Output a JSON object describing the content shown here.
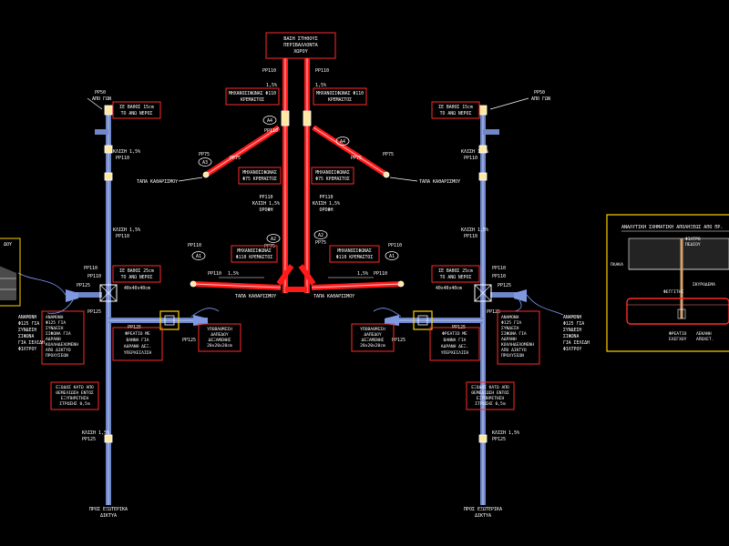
{
  "diagram": {
    "top_label": [
      "ΒΑΣΗ ΣΤΗΘΟΥΣ",
      "ΠΕΡΙΒΑΛΛΟΝΤΑ",
      "ΧΩΡΟΥ"
    ],
    "center": {
      "pp110_left": "PP110",
      "pp110_right": "PP110",
      "slope_left": "1,5%",
      "slope_right": "1,5%",
      "mech_left": [
        "ΜΗΧΑΝΟΣΙΦΩΝΑΣ Φ110",
        "ΚΡΕΜΑΣΤΟΣ"
      ],
      "mech_right": [
        "ΜΗΧΑΝΟΣΙΦΩΝΑΣ Φ110",
        "ΚΡΕΜΑΣΤΟΣ"
      ],
      "pp110_mid": "PP110",
      "a4_left": "A4",
      "a4_right": "A4",
      "a3": "A3",
      "pp75_left": "PP75",
      "pp75_right": "PP75",
      "pp75_left2": "PP75",
      "pp75_right2": "PP75",
      "mech75_left": [
        "ΜΗΧΑΝΟΣΙΦΩΝΑΣ",
        "Φ75 ΚΡΕΜΑΣΤΟΣ"
      ],
      "mech75_right": [
        "ΜΗΧΑΝΟΣΙΦΩΝΑΣ",
        "Φ75 ΚΡΕΜΑΣΤΟΣ"
      ],
      "tapa_upper_left": "ΤΑΠΑ ΚΑΘΑΡΙΣΜΟΥ",
      "tapa_upper_right": "ΤΑΠΑ ΚΑΘΑΡΙΣΜΟΥ",
      "pp110_lower_left": [
        "PP110",
        "ΚΛΙΣΗ 1,5%",
        "ΟΡΟΦΗ"
      ],
      "pp110_lower_right": [
        "PP110",
        "ΚΛΙΣΗ 1,5%",
        "ΟΡΟΦΗ"
      ],
      "pp110_a1_left": "PP110",
      "pp110_a1_right": "PP110",
      "a1": "A1",
      "a2_left": "A2",
      "a2_right": "A2",
      "pp75_a2_left": "PP75",
      "pp75_a2_right": "PP75",
      "mech_low_left": [
        "ΜΗΧΑΝΟΣΙΦΩΝΑΣ",
        "Φ110 ΚΡΕΜΑΣΤΟΣ"
      ],
      "mech_low_right": [
        "ΜΗΧΑΝΟΣΙΦΩΝΑΣ",
        "Φ110 ΚΡΕΜΑΣΤΟΣ"
      ],
      "pp110_low_left": "PP110",
      "pp110_low_right": "PP110",
      "slope_low_left": "1,5%",
      "slope_low_right": "1,5%",
      "tapa_lower_left": "ΤΑΠΑ ΚΑΘΑΡΙΣΜΟΥ",
      "tapa_lower_right": "ΤΑΠΑ ΚΑΘΑΡΙΣΜΟΥ"
    },
    "left": {
      "pp_top": [
        "PP50",
        "ΑΠΟ ΓΩΝ"
      ],
      "depth_top": [
        "ΣΕ ΒΑΘΟΣ 15cm",
        "ΤΟ ΑΝΩ ΝΕΡΟΣ"
      ],
      "slope1": [
        "ΚΛΙΣΗ 1,5%",
        "PP110"
      ],
      "slope2": [
        "ΚΛΙΣΗ 1,5%",
        "PP110"
      ],
      "pp110_a": "PP110",
      "depth_mid": [
        "ΣΕ ΒΑΘΟΣ 25cm",
        "ΤΟ ΑΝΩ ΝΕΡΟΣ"
      ],
      "pp110_b": "PP110",
      "pp125_a": "PP125",
      "manhole": "40x40x40cm",
      "pp125_b": "PP125",
      "pp125_c": "PP125",
      "pp125_d": "PP125",
      "connection": [
        "ΑΝΑΜΟΝΗ",
        "Φ125 ΓΙΑ",
        "ΣΥΝΔΕΣΗ",
        "ΣΙΦΩΝΑ ΓΙΑ",
        "ΑΔΡΑΝΗ",
        "ΚΟΛΛΗΔΕΧΟΜΕΝΗ",
        "ΑΠΟ ΔΙΚΤΥΟ",
        "ΠΡΟΧΥΣΕΩΝ"
      ],
      "rain_grate": [
        "ΦΡΕΑΤΙΟ ΜΕ",
        "ΒΑΝΝΑ ΓΙΑ",
        "ΑΔΡΑΝΗ ΔΕΞ.",
        "ΥΠΕΡΧΕΙΛΙΣΗ"
      ],
      "collector": [
        "ΥΠΟΒΑΘΜΙΣΗ",
        "ΔΑΠΕΔΟΥ",
        "ΔΕΞΑΜΕΝΗΣ",
        "20x20x20cm"
      ],
      "pipe_exit": [
        "ΕΞΟΔΟΣ ΚΑΤΩ ΑΠΟ",
        "ΘΕΜΕΛΙΩΣΗ ΕΝΤΟΣ",
        "ΕΞΥΠΗΡΕΤΗΣΗ",
        "ΣΤΡΩΣΗΣ 0,5m"
      ],
      "slope3": [
        "ΚΛΙΣΗ 1,5%",
        "PP125"
      ],
      "bottom": [
        "ΠΡΟΣ ΕΞΩΤΕΡΙΚΑ",
        "ΔΙΚΤΥΑ"
      ]
    },
    "right": {
      "pp_top": [
        "PP50",
        "ΑΠΟ ΓΩΝ"
      ],
      "depth_top": [
        "ΣΕ ΒΑΘΟΣ 15cm",
        "ΤΟ ΑΝΩ ΝΕΡΟΣ"
      ],
      "slope1": [
        "ΚΛΙΣΗ 1,5%",
        "PP110"
      ],
      "slope2": [
        "ΚΛΙΣΗ 1,5%",
        "PP110"
      ],
      "pp110_a": "PP110",
      "depth_mid": [
        "ΣΕ ΒΑΘΟΣ 25cm",
        "ΤΟ ΑΝΩ ΝΕΡΟΣ"
      ],
      "pp110_b": "PP110",
      "pp125_a": "PP125",
      "manhole": "40x40x40cm",
      "pp125_b": "PP125",
      "pp125_c": "PP125",
      "pp125_d": "PP125",
      "connection": [
        "ΑΝΑΜΟΝΗ",
        "Φ125 ΓΙΑ",
        "ΣΥΝΔΕΣΗ",
        "ΣΙΦΩΝΑ ΓΙΑ",
        "ΑΔΡΑΝΗ",
        "ΚΟΛΛΗΔΕΧΟΜΕΝΗ",
        "ΑΠΟ ΔΙΚΤΥΟ",
        "ΠΡΟΧΥΣΕΩΝ"
      ],
      "connection2": [
        "ΑΝΑΜΟΝΗ",
        "Φ125 ΓΙΑ",
        "ΣΥΝΔΕΣΗ",
        "ΣΙΦΩΝΑ",
        "ΓΙΑ ΣΕΛΙΔΗ",
        "ΦΙΛΤΡΟΥ"
      ],
      "rain_grate": [
        "ΦΡΕΑΤΙΟ ΜΕ",
        "ΒΑΝΝΑ ΓΙΑ",
        "ΑΔΡΑΝΗ ΔΕΞ.",
        "ΥΠΕΡΧΕΙΛΙΣΗ"
      ],
      "collector": [
        "ΥΠΟΒΑΘΜΙΣΗ",
        "ΔΑΠΕΔΟΥ",
        "ΔΕΞΑΜΕΝΗΣ",
        "20x20x20cm"
      ],
      "pipe_exit": [
        "ΕΞΟΔΟΣ ΚΑΤΩ ΑΠΟ",
        "ΘΕΜΕΛΙΩΣΗ ΕΝΤΟΣ",
        "ΕΞΥΠΗΡΕΤΗΣΗ",
        "ΣΤΡΩΣΗΣ 0,5m"
      ],
      "slope3": [
        "ΚΛΙΣΗ 1,5%",
        "PP125"
      ],
      "bottom": [
        "ΠΡΟΣ ΕΞΩΤΕΡΙΚΑ",
        "ΔΙΚΤΥΑ"
      ]
    },
    "left_connection_b": [
      "ΑΝΑΜΟΝΗ",
      "Φ125 ΓΙΑ",
      "ΣΥΝΔΕΣΗ",
      "ΣΙΦΩΝΑ",
      "ΓΙΑ ΣΕΛΙΔΗ",
      "ΦΙΛΤΡΟΥ"
    ],
    "detail": {
      "title": "ΑΝΑΛΥΤΙΚΗ ΣΧΗΜΑΤΙΚΗ ΑΠΟΛΗΞΕΩΣ ΑΠΟ ΠΡ.",
      "label_top": [
        "ΦΙΛΤΡΟ",
        "ΠΕΔΙΟΥ"
      ],
      "label_left": "ΠΛΑΚΑ",
      "label_mid": "ΣΚΥΡΟΔΕΜΑ",
      "label_right": "ΦΕΓΓΙΤΗΣ",
      "label_bottom_left": [
        "ΦΡΕΑΤΙΟ",
        "ΕΛΕΓΧΟΥ"
      ],
      "label_bottom_right": [
        "ΛΕΚΑΝΗ",
        "ΑΠΟΧΕΤ."
      ]
    },
    "far_left_label": "ΔΟΥ"
  }
}
